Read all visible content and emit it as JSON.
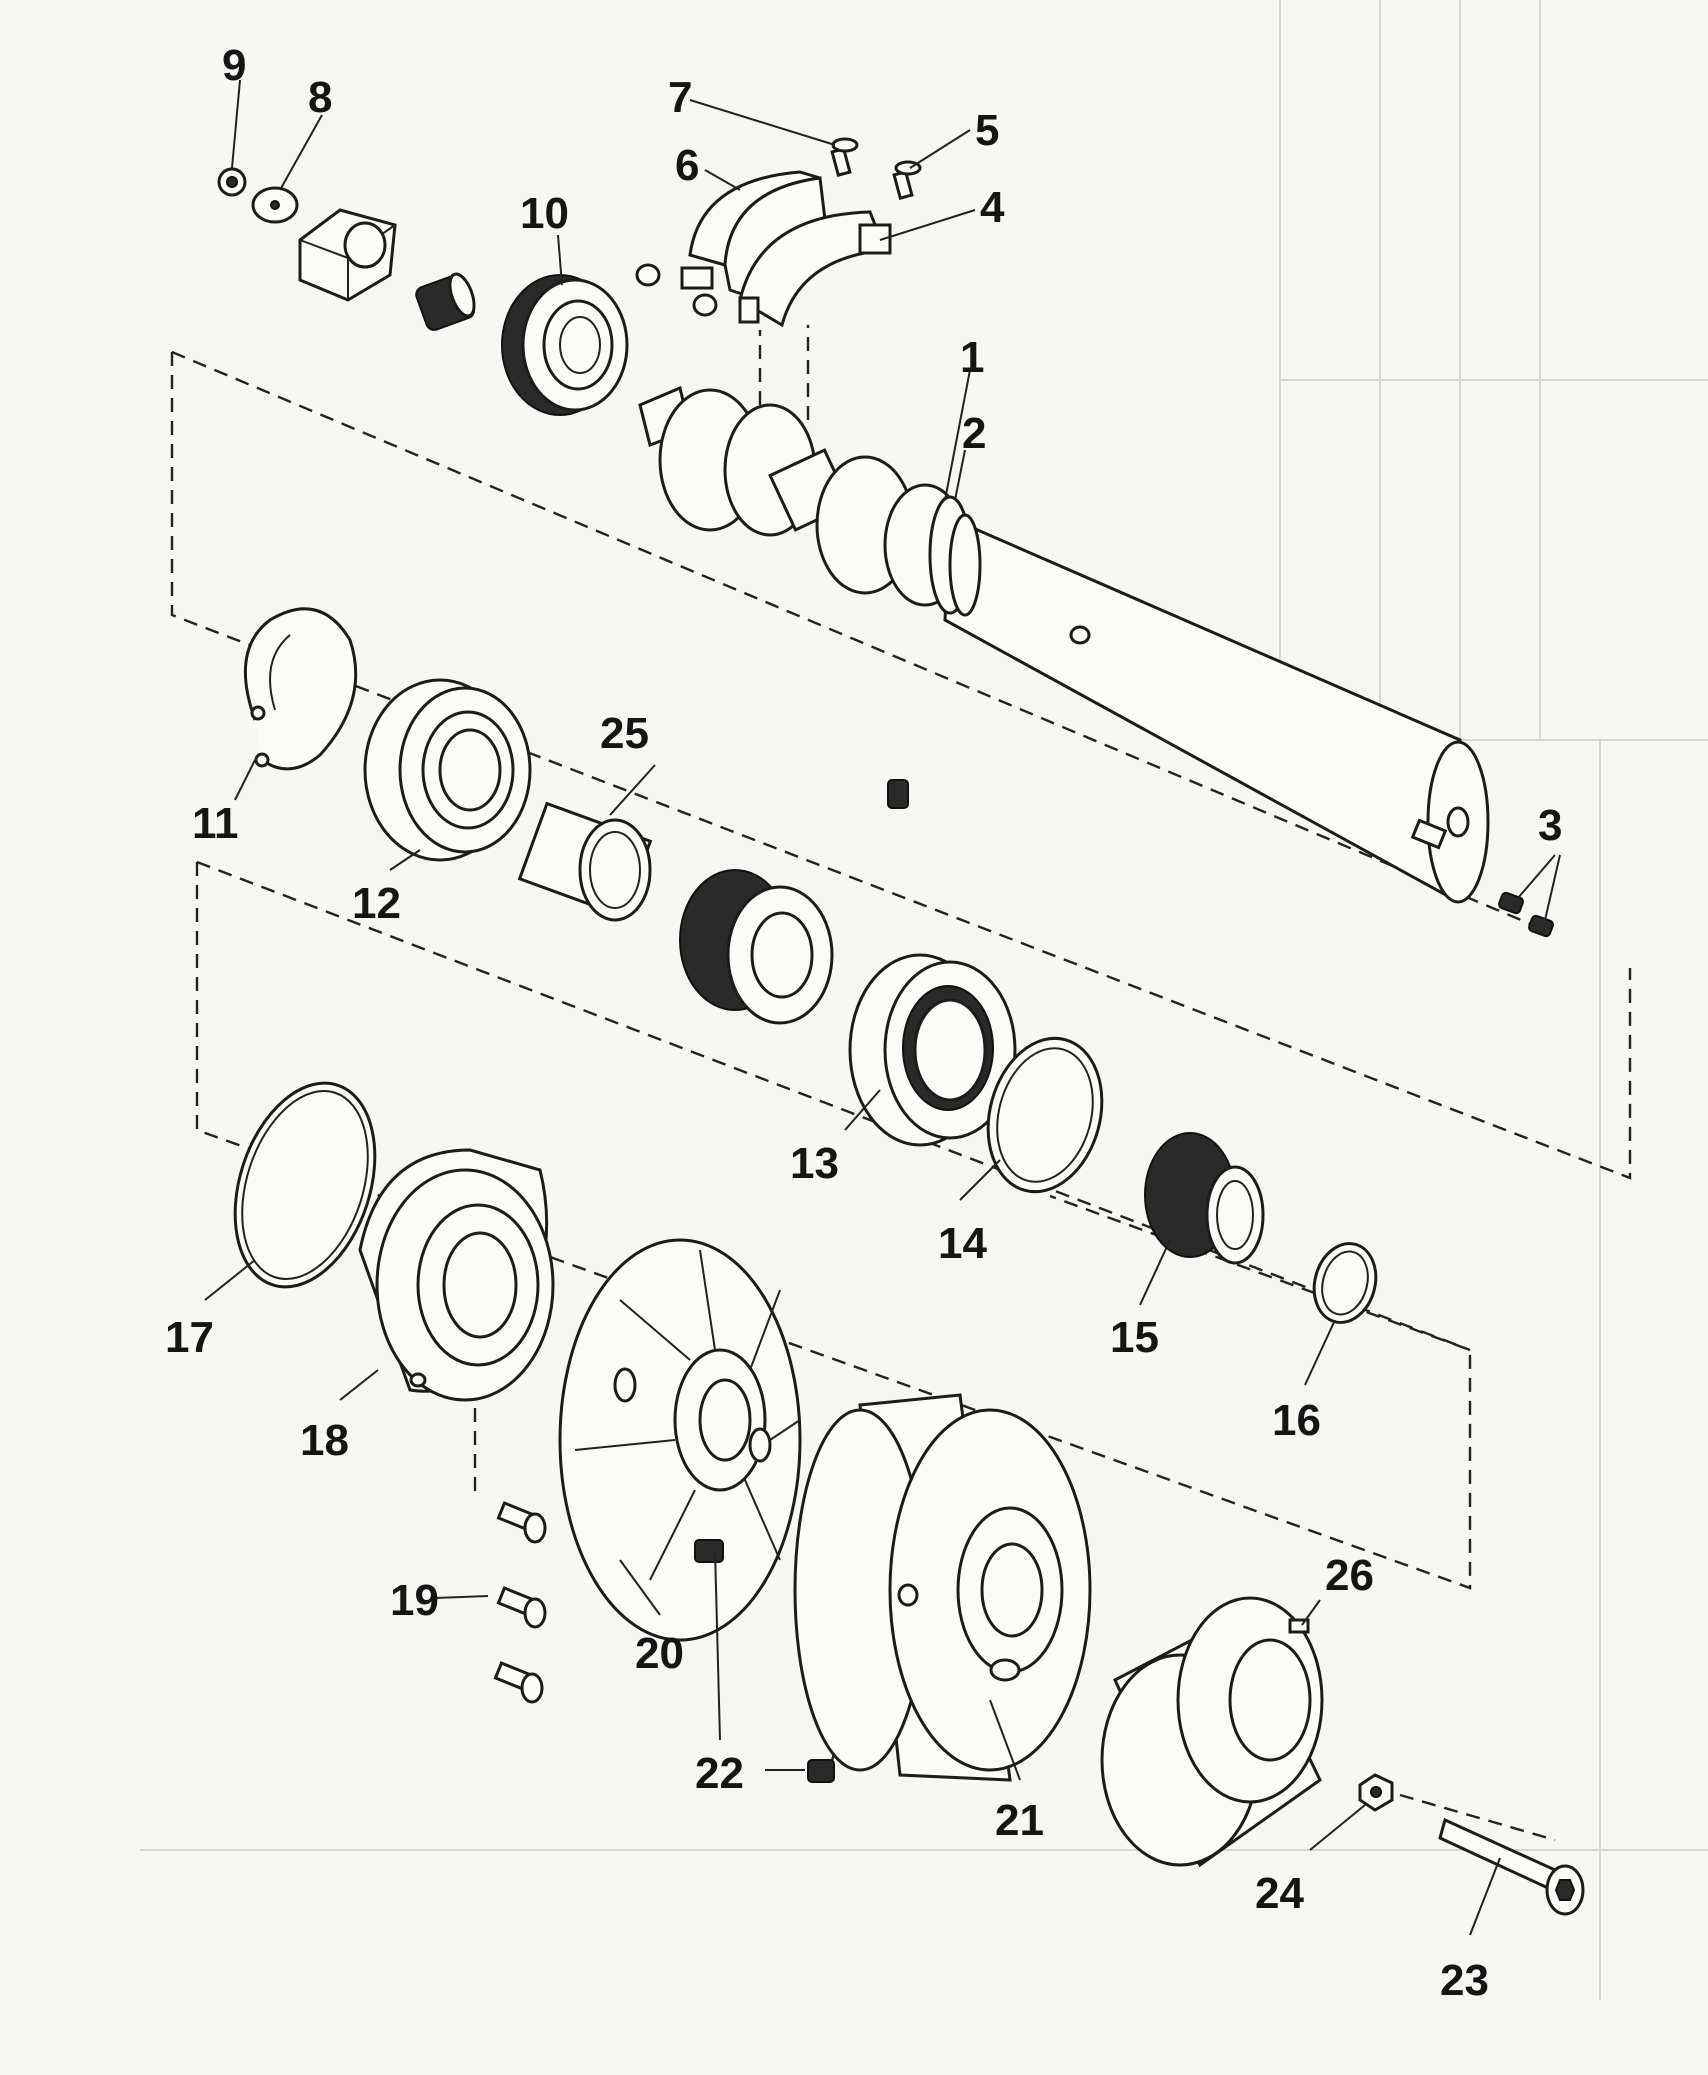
{
  "part_labels": {
    "p1": "1",
    "p2": "2",
    "p3": "3",
    "p4": "4",
    "p5": "5",
    "p6": "6",
    "p7": "7",
    "p8": "8",
    "p9": "9",
    "p10": "10",
    "p11": "11",
    "p12": "12",
    "p13": "13",
    "p14": "14",
    "p15": "15",
    "p16": "16",
    "p17": "17",
    "p18": "18",
    "p19": "19",
    "p20": "20",
    "p21": "21",
    "p22": "22",
    "p23": "23",
    "p24": "24",
    "p25": "25",
    "p26": "26"
  },
  "colors": {
    "ink": "#1c1c1c",
    "paper": "#f6f6f3"
  }
}
